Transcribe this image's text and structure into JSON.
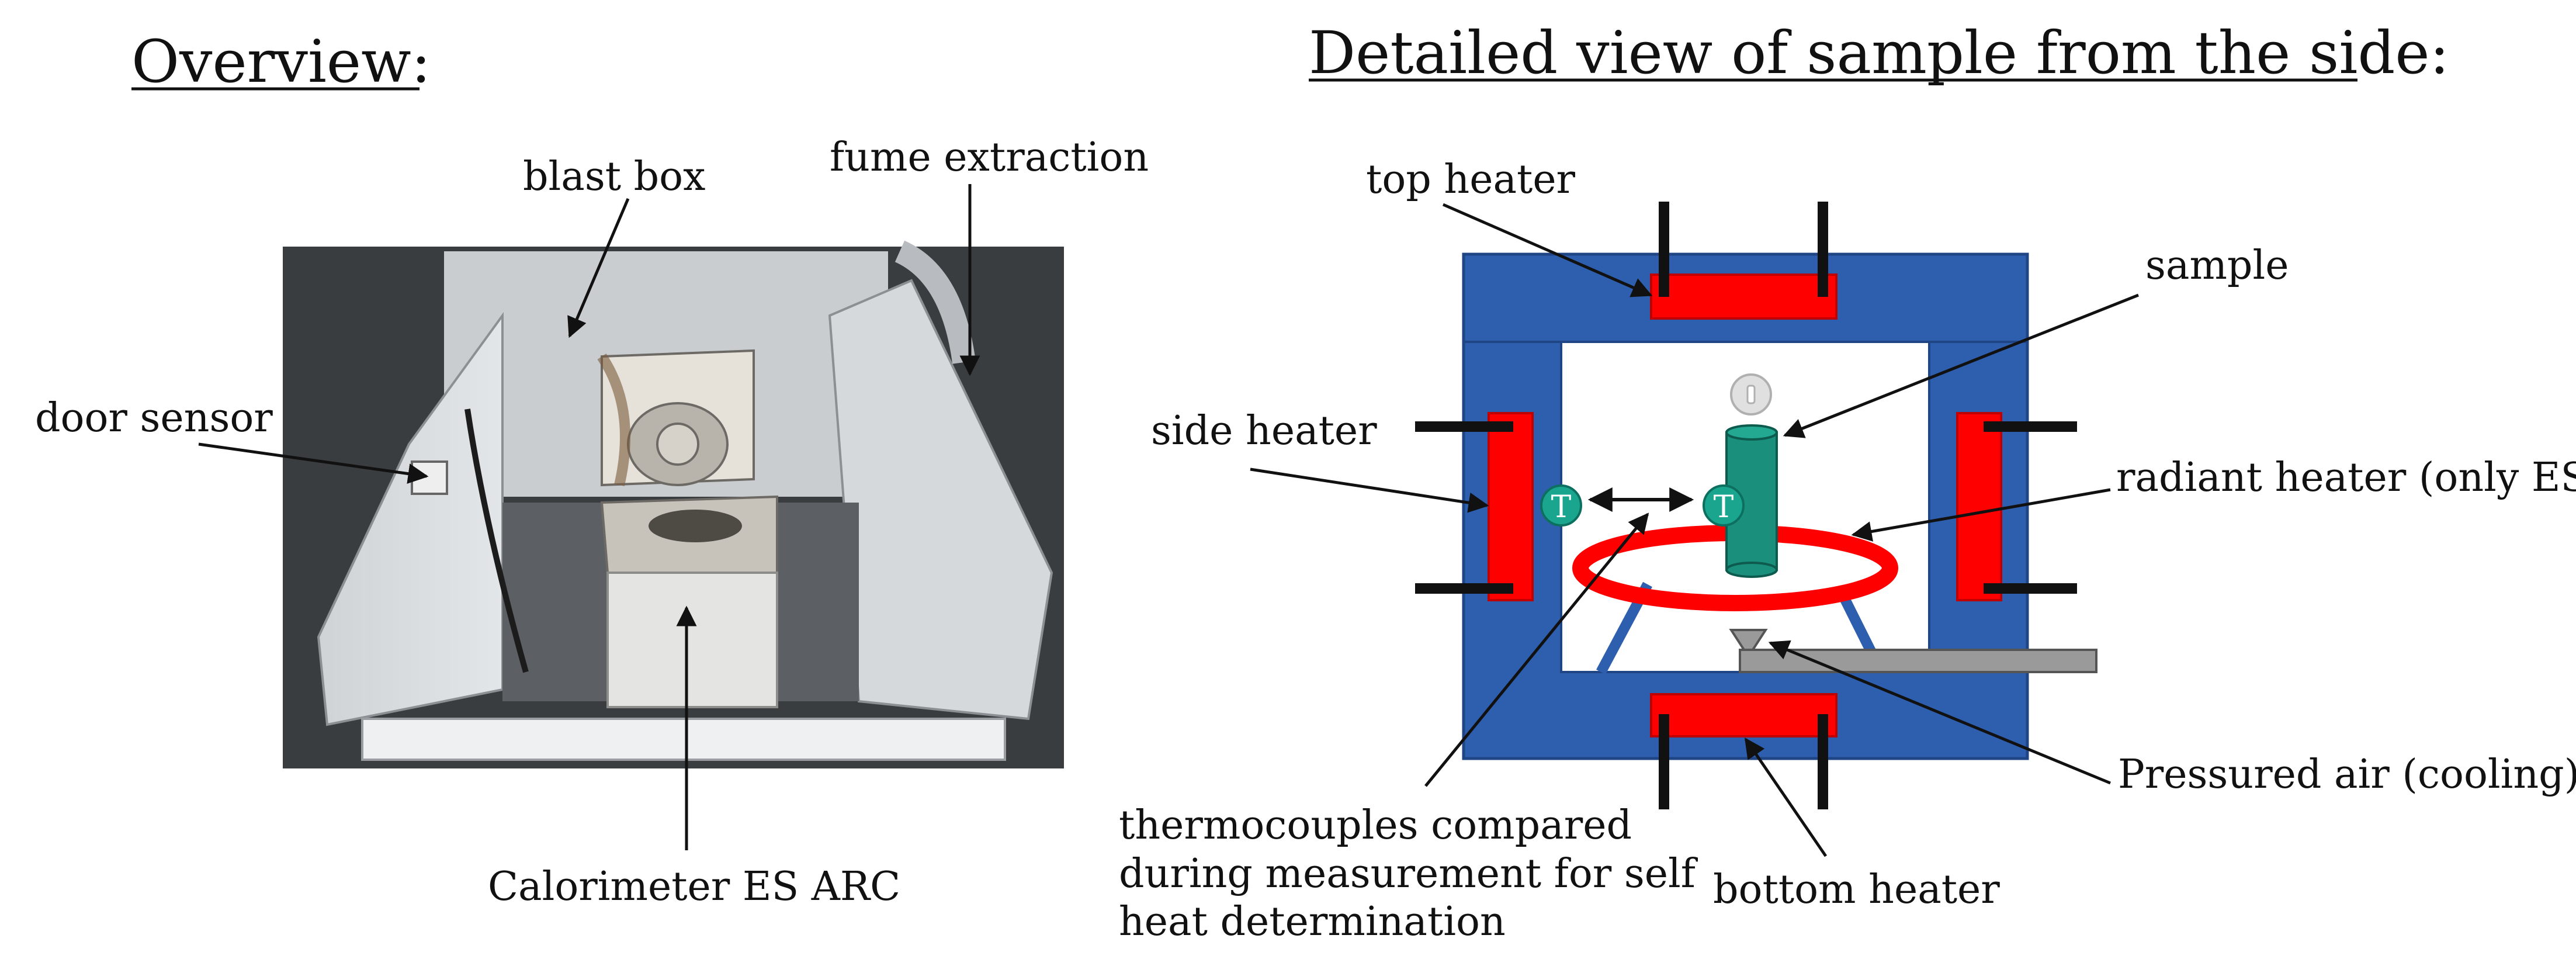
{
  "titles": {
    "overview": "Overview:",
    "detail": "Detailed view of sample from the side:"
  },
  "overview_labels": {
    "blast_box": "blast box",
    "fume_extraction": "fume extraction",
    "door_sensor": "door sensor",
    "calorimeter": "Calorimeter ES ARC"
  },
  "detail_labels": {
    "top_heater": "top heater",
    "sample": "sample",
    "side_heater": "side heater",
    "radiant_heater": "radiant heater (only ES)",
    "pressured_air": "Pressured air (cooling)",
    "bottom_heater": "bottom heater",
    "thermocouples_line1": "thermocouples compared",
    "thermocouples_line2": "during measurement for self",
    "thermocouples_line3": "heat determination",
    "thermocouple_symbol": "T"
  },
  "colors": {
    "frame_blue": "#2e5fae",
    "heater_red": "#ff0000",
    "sample_teal": "#1a8f7c",
    "thermocouple_teal": "#1aa68e",
    "pipe_grey": "#9a9a9a"
  }
}
